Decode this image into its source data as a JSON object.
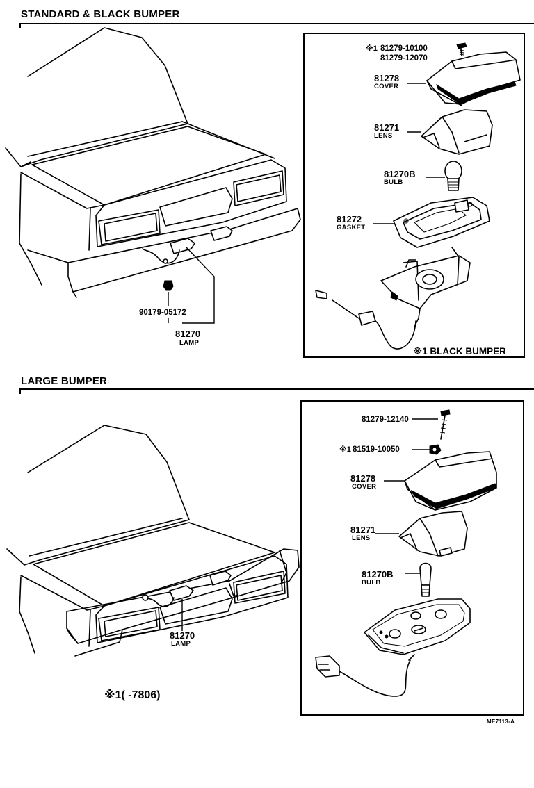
{
  "sections": {
    "standard": {
      "title": "STANDARD & BLACK BUMPER",
      "car": {
        "screw": "90179-05172",
        "lamp_no": "81270",
        "lamp_name": "LAMP"
      },
      "exploded": {
        "mark": "※1",
        "screw_a": "81279-10100",
        "screw_b": "81279-12070",
        "cover_no": "81278",
        "cover_name": "COVER",
        "lens_no": "81271",
        "lens_name": "LENS",
        "bulb_no": "81270B",
        "bulb_name": "BULB",
        "gasket_no": "81272",
        "gasket_name": "GASKET",
        "note": "※1 BLACK BUMPER"
      }
    },
    "large": {
      "title": "LARGE BUMPER",
      "car": {
        "lamp_no": "81270",
        "lamp_name": "LAMP"
      },
      "exploded": {
        "screw": "81279-12140",
        "nut_mark": "※1",
        "nut": "81519-10050",
        "cover_no": "81278",
        "cover_name": "COVER",
        "lens_no": "81271",
        "lens_name": "LENS",
        "bulb_no": "81270B",
        "bulb_name": "BULB"
      },
      "footnote": "※1(      -7806)",
      "code": "ME7113-A"
    }
  }
}
